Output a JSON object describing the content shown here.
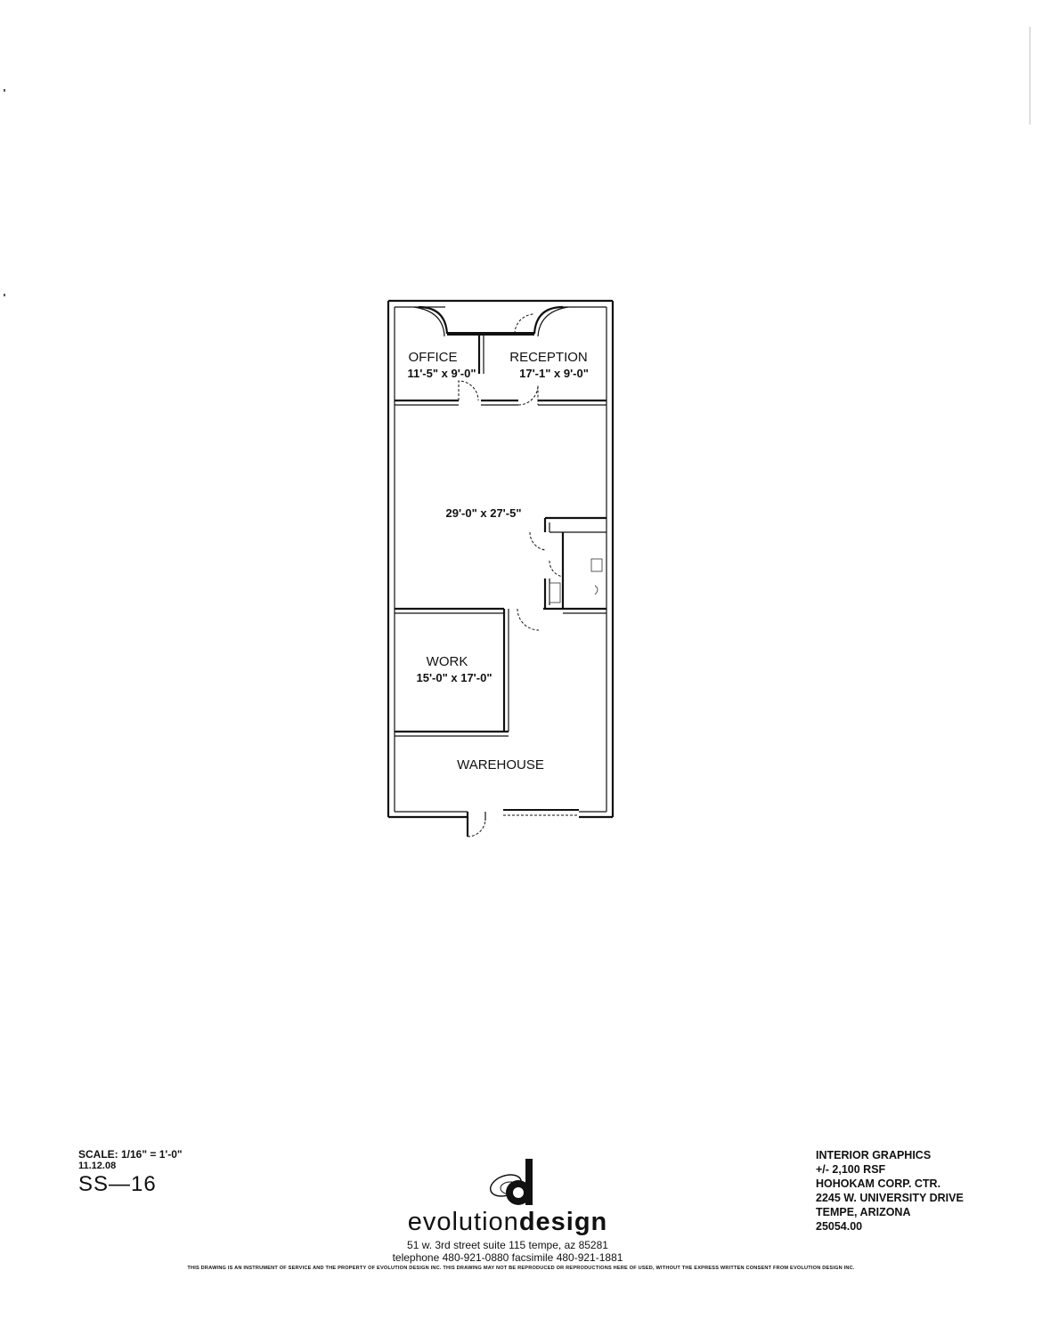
{
  "rooms": {
    "office": {
      "name": "OFFICE",
      "dims": "11'-5\" x 9'-0\""
    },
    "reception": {
      "name": "RECEPTION",
      "dims": "17'-1\" x 9'-0\""
    },
    "main": {
      "dims": "29'-0\" x 27'-5\""
    },
    "work": {
      "name": "WORK",
      "dims": "15'-0\" x 17'-0\""
    },
    "warehouse": {
      "name": "WAREHOUSE"
    }
  },
  "title_block": {
    "scale": "SCALE: 1/16\" = 1'-0\"",
    "date": "11.12.08",
    "sheet": "SS—16"
  },
  "project": {
    "lines": [
      "INTERIOR GRAPHICS",
      "+/- 2,100 RSF",
      "HOHOKAM CORP. CTR.",
      "2245 W. UNIVERSITY DRIVE",
      "TEMPE, ARIZONA",
      "25054.00"
    ]
  },
  "firm": {
    "name_part1": "evolution",
    "name_part2": "design",
    "address": "51 w. 3rd street suite 115 tempe, az 85281",
    "phones": "telephone 480-921-0880 facsimile 480-921-1881",
    "disclaimer": "THIS DRAWING IS AN INSTRUMENT OF SERVICE AND THE PROPERTY OF EVOLUTION DESIGN INC. THIS DRAWING MAY NOT BE REPRODUCED OR REPRODUCTIONS HERE OF USED, WITHOUT THE EXPRESS WRITTEN CONSENT FROM EVOLUTION DESIGN INC."
  }
}
